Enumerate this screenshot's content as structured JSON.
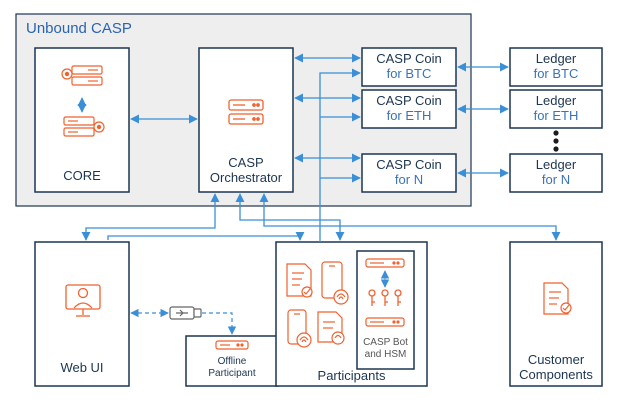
{
  "colors": {
    "border": "#1c3550",
    "accent_orange": "#f0622f",
    "arrow_blue": "#3a8fd6",
    "region_fill": "#eeeeee",
    "title_blue": "#2b63b0"
  },
  "casp": {
    "title": "Unbound CASP",
    "core": {
      "label": "CORE",
      "icon": "servers-with-gears-icon"
    },
    "orchestrator": {
      "label_line1": "CASP",
      "label_line2": "Orchestrator",
      "icon": "server-icon"
    },
    "coins": [
      {
        "line1": "CASP Coin",
        "line2": "for BTC"
      },
      {
        "line1": "CASP Coin",
        "line2": "for ETH"
      },
      {
        "line1": "CASP Coin",
        "line2": "for N"
      }
    ]
  },
  "ledgers": [
    {
      "line1": "Ledger",
      "line2": "for BTC"
    },
    {
      "line1": "Ledger",
      "line2": "for ETH"
    },
    {
      "line1": "Ledger",
      "line2": "for N"
    }
  ],
  "bottom": {
    "web_ui": {
      "label": "Web UI",
      "icon": "user-monitor-icon"
    },
    "offline": {
      "line1": "Offline",
      "line2": "Participant",
      "icon": "server-icon"
    },
    "usb_icon": "usb-key-icon",
    "participants": {
      "label": "Participants",
      "icons": [
        "document-check-icon",
        "mobile-fingerprint-icon",
        "keys-icon"
      ]
    },
    "bot_hsm": {
      "line1": "CASP Bot",
      "line2": "and HSM"
    },
    "customer": {
      "line1": "Customer",
      "line2": "Components",
      "icon": "document-check-icon"
    }
  }
}
